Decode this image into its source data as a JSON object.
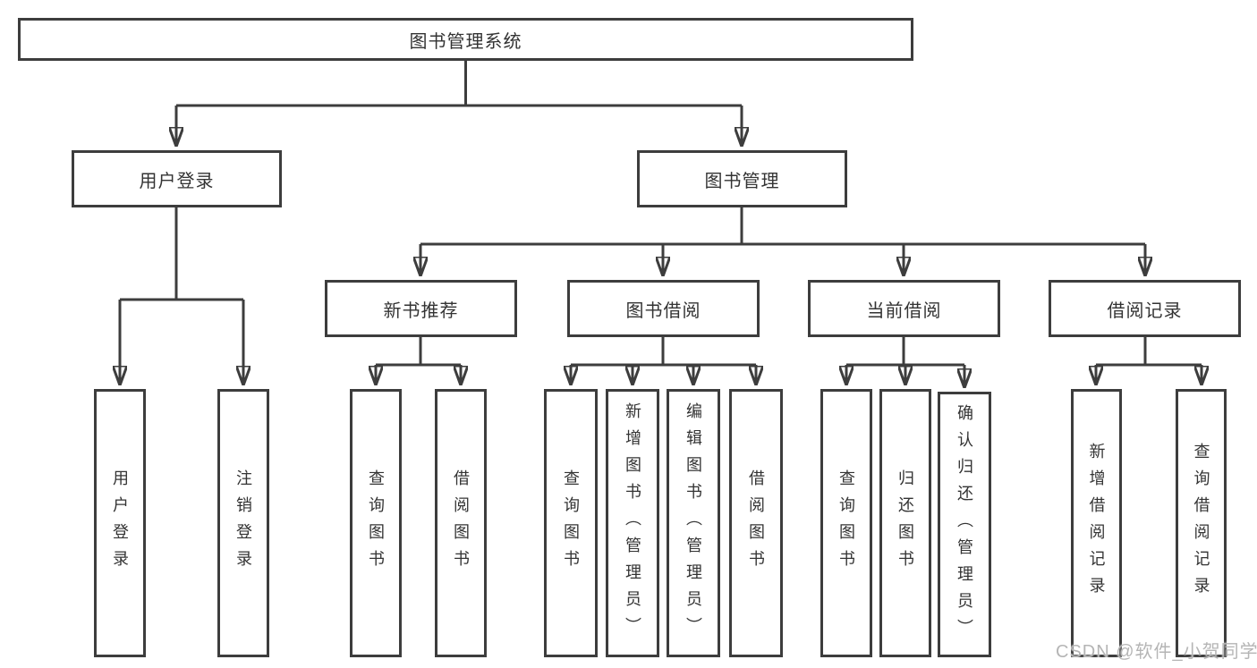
{
  "nodes": {
    "root": "图书管理系统",
    "level2": {
      "user_login": "用户登录",
      "book_management": "图书管理"
    },
    "level3": {
      "new_books": "新书推荐",
      "book_borrowing": "图书借阅",
      "current_borrowing": "当前借阅",
      "borrowing_records": "借阅记录"
    },
    "leaves": {
      "user_login": [
        "用户登录",
        "注销登录"
      ],
      "new_books": [
        "查询图书",
        "借阅图书"
      ],
      "book_borrowing": [
        "查询图书",
        "新增图书（管理员）",
        "编辑图书（管理员）",
        "借阅图书"
      ],
      "current_borrowing": [
        "查询图书",
        "归还图书",
        "确认归还（管理员）"
      ],
      "borrowing_records": [
        "新增借阅记录",
        "查询借阅记录"
      ]
    }
  },
  "watermark": "CSDN @软件_小贺同学",
  "colors": {
    "line": "#3d3d3d",
    "box_border": "#3d3d3d",
    "text": "#333333",
    "watermark": "#b5b5b5",
    "background": "#ffffff"
  }
}
